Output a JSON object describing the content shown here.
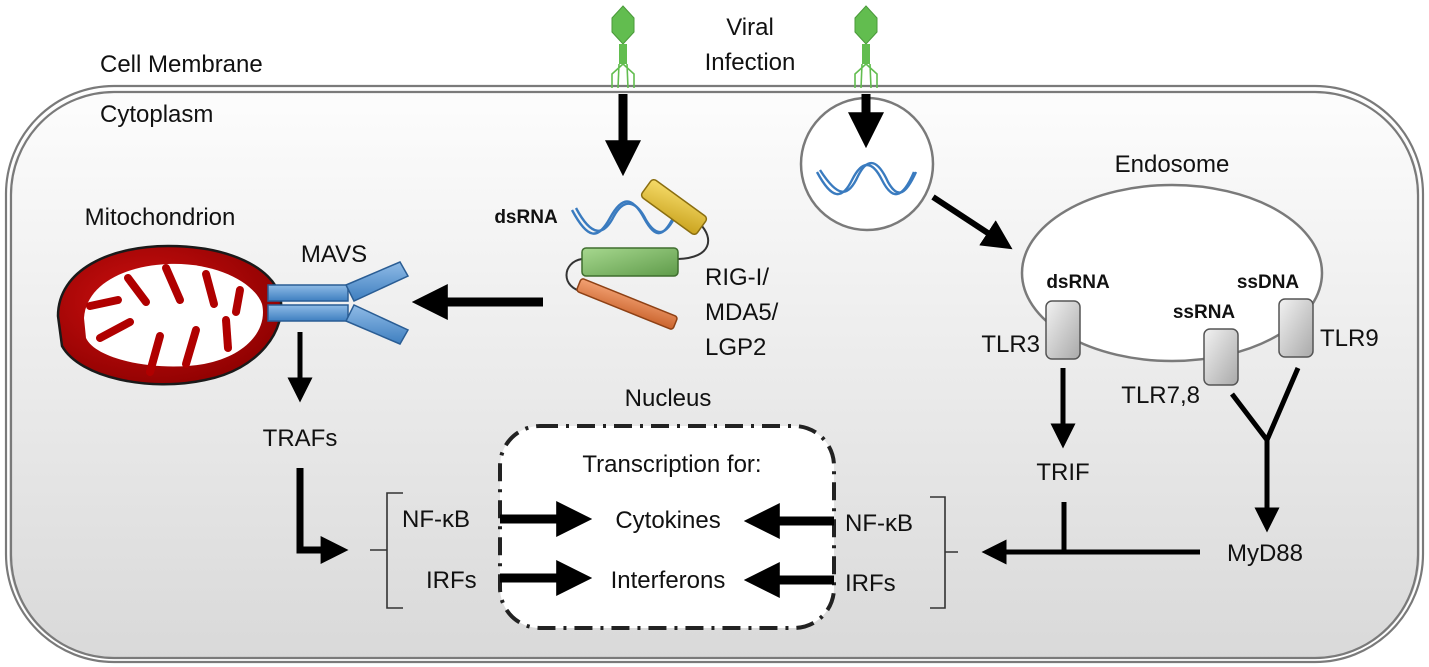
{
  "title_labels": {
    "cell_membrane": "Cell Membrane",
    "cytoplasm": "Cytoplasm",
    "viral_infection_line1": "Viral",
    "viral_infection_line2": "Infection",
    "mitochondrion": "Mitochondrion",
    "endosome": "Endosome",
    "nucleus": "Nucleus"
  },
  "cytosolic_pathway": {
    "ligand": "dsRNA",
    "sensor_line1": "RIG-I/",
    "sensor_line2": "MDA5/",
    "sensor_line3": "LGP2",
    "adaptor": "MAVS",
    "downstream": "TRAFs",
    "factors": [
      "NF-κB",
      "IRFs"
    ]
  },
  "endosomal_pathway": {
    "receptors": [
      {
        "name": "TLR3",
        "ligand": "dsRNA"
      },
      {
        "name": "TLR7,8",
        "ligand": "ssRNA"
      },
      {
        "name": "TLR9",
        "ligand": "ssDNA"
      }
    ],
    "adaptors": [
      "TRIF",
      "MyD88"
    ],
    "factors": [
      "NF-κB",
      "IRFs"
    ]
  },
  "nucleus": {
    "heading": "Transcription for:",
    "products": [
      "Cytokines",
      "Interferons"
    ]
  },
  "colors": {
    "virus": "#5cb85c",
    "dna": "#3a7bbf",
    "mitochondrion": "#b00000",
    "mavs": "#4a86c5",
    "helicase_green": "#7fb86a",
    "helicase_yellow": "#e3c23a",
    "helicase_orange": "#e07a3c",
    "tlr": "#c8c8c8",
    "arrow": "#000000"
  }
}
